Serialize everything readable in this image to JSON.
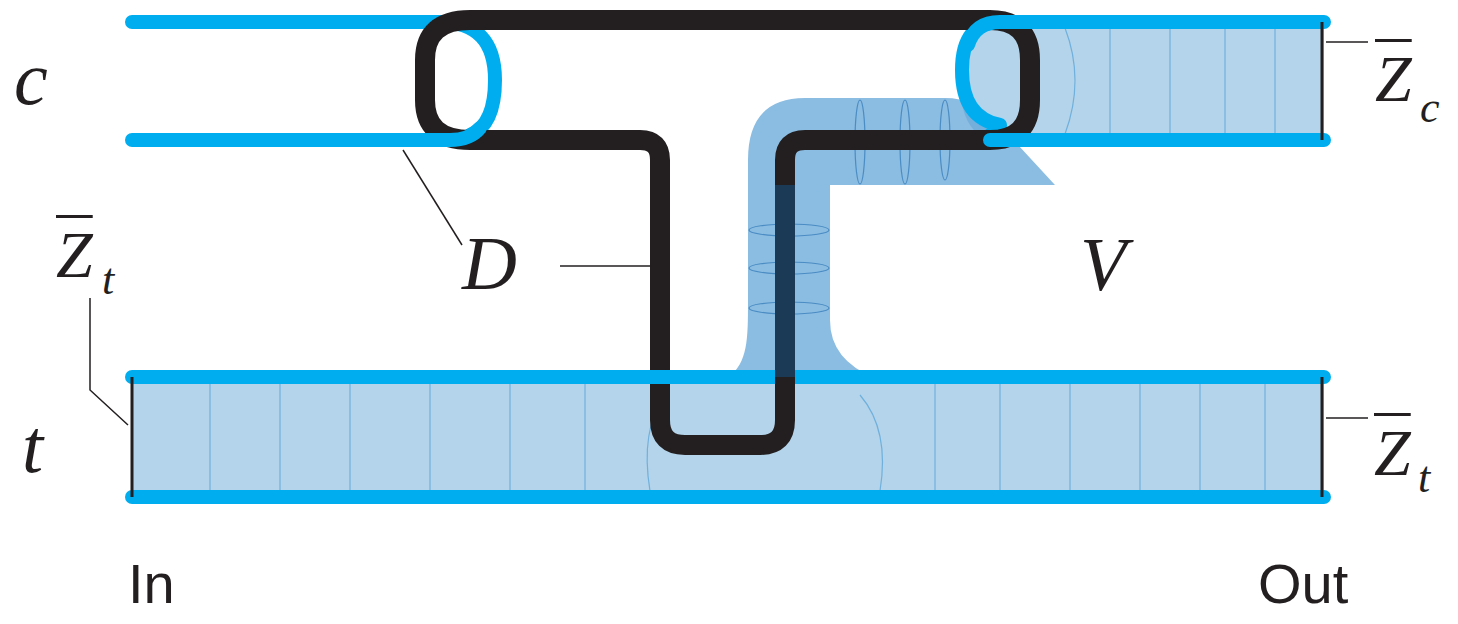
{
  "diagram": {
    "labels": [
      "c",
      "t",
      "D",
      "V",
      "Z",
      "c",
      "Z",
      "t",
      "Z",
      "t",
      "In",
      "Out"
    ]
  }
}
